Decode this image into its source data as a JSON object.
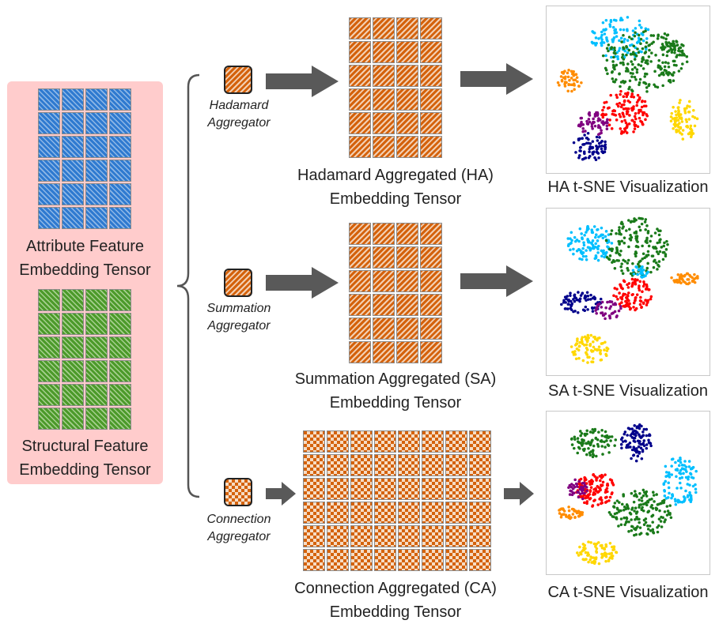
{
  "inputs": {
    "attribute_label_1": "Attribute Feature",
    "attribute_label_2": "Embedding Tensor",
    "structural_label_1": "Structural Feature",
    "structural_label_2": "Embedding Tensor"
  },
  "branches": [
    {
      "aggregator_1": "Hadamard",
      "aggregator_2": "Aggregator",
      "output_1": "Hadamard Aggregated (HA)",
      "output_2": "Embedding Tensor",
      "viz_label": "HA t-SNE Visualization"
    },
    {
      "aggregator_1": "Summation",
      "aggregator_2": "Aggregator",
      "output_1": "Summation Aggregated (SA)",
      "output_2": "Embedding Tensor",
      "viz_label": "SA t-SNE Visualization"
    },
    {
      "aggregator_1": "Connection",
      "aggregator_2": "Aggregator",
      "output_1": "Connection Aggregated (CA)",
      "output_2": "Embedding Tensor",
      "viz_label": "CA t-SNE Visualization"
    }
  ],
  "colors": {
    "panel": "#ffcccc",
    "attribute": "#2f7ad0",
    "structural": "#4c9a2a",
    "aggregated": "#d4620c",
    "arrow": "#595959",
    "clusters": [
      "#00bfff",
      "#1a7a1a",
      "#ff0000",
      "#800080",
      "#00008b",
      "#ff8c00",
      "#ffd700"
    ]
  },
  "icons": {
    "hadamard": "striped-square-icon",
    "summation": "striped-square-icon",
    "connection": "checkered-square-icon"
  }
}
